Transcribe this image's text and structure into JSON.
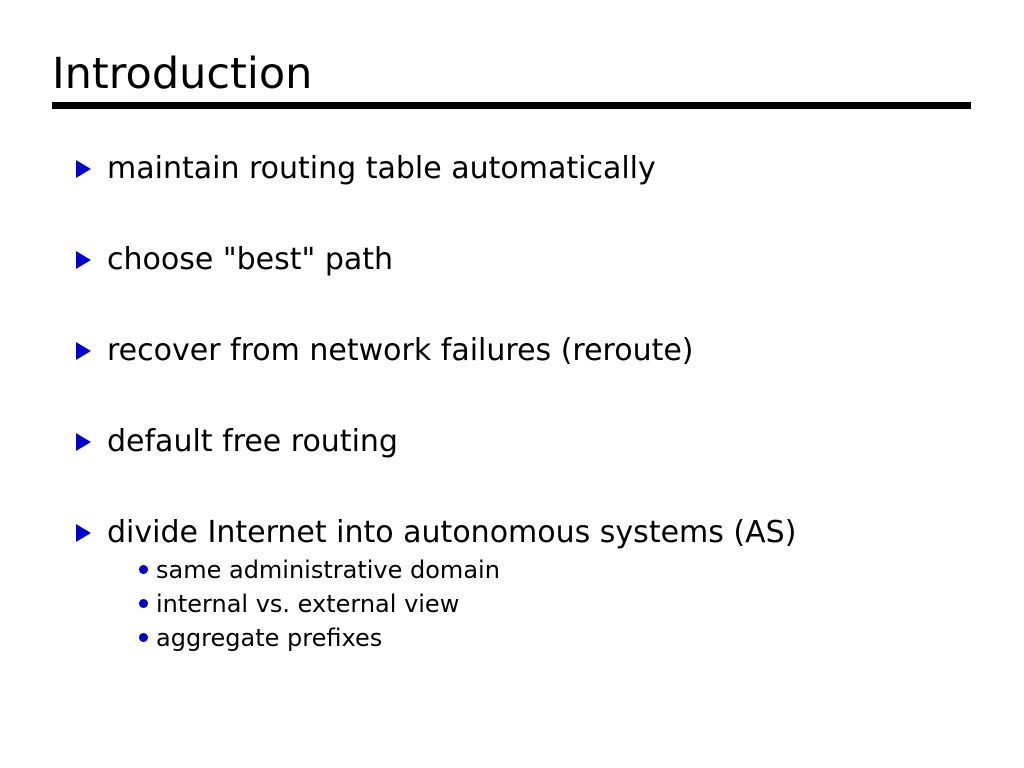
{
  "slide": {
    "title": "Introduction",
    "title_rule_color": "#000000",
    "background_color": "#ffffff",
    "text_color": "#000000",
    "bullet_marker_color": "#0000d0",
    "bullet_marker_icon": "triangle-right-icon",
    "sub_bullet_marker_icon": "dot-icon",
    "bullets": [
      {
        "text": "maintain routing table automatically",
        "sub_items": []
      },
      {
        "text": "choose \"best\" path",
        "sub_items": []
      },
      {
        "text": "recover from network failures (reroute)",
        "sub_items": []
      },
      {
        "text": "default free routing",
        "sub_items": []
      },
      {
        "text": "divide Internet into autonomous systems (AS)",
        "sub_items": [
          "same administrative domain",
          "internal vs. external view",
          "aggregate prefixes"
        ]
      }
    ]
  }
}
